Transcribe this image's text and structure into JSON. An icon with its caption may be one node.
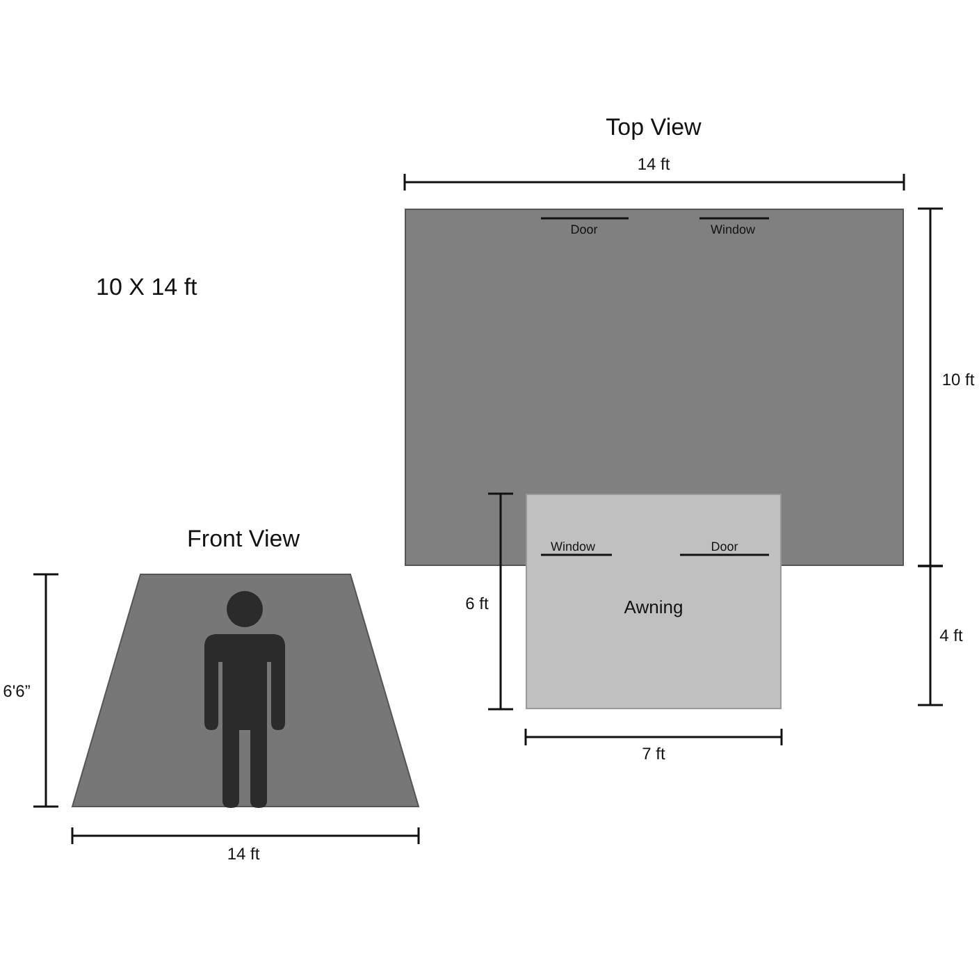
{
  "diagram": {
    "nodes": [
      {
        "text": [],
        "shape": "box"
      },
      {
        "text": [
          "Awning"
        ]
      },
      {
        "text": [],
        "shape": "trapezoid"
      }
    ],
    "labels": [
      "Top View",
      "14 ft",
      "10 X 14 ft",
      "Door",
      "Window",
      "10 ft",
      "Window",
      "Door",
      "6 ft",
      "4 ft",
      "Front View",
      "6'6”",
      "7 ft",
      "14 ft"
    ]
  }
}
